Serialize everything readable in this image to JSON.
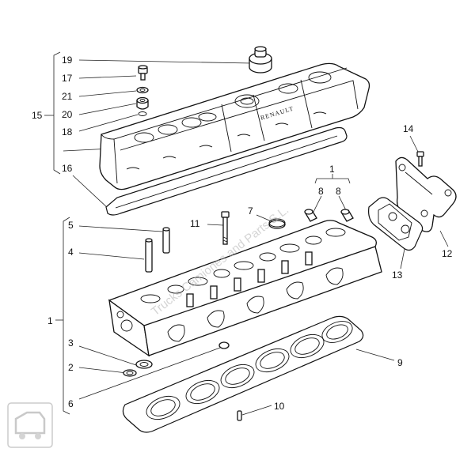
{
  "labels": {
    "n1": "1",
    "n1_top": "1",
    "n2": "2",
    "n3": "3",
    "n4": "4",
    "n5": "5",
    "n6": "6",
    "n7": "7",
    "n8a": "8",
    "n8b": "8",
    "n9": "9",
    "n10": "10",
    "n11": "11",
    "n12": "12",
    "n13": "13",
    "n14": "14",
    "n15": "15",
    "n16": "16",
    "n17": "17",
    "n18": "18",
    "n19": "19",
    "n20": "20",
    "n21": "21"
  },
  "cover_brand": "RENAULT",
  "watermark": "Trucks Camiones and Parts S.L."
}
